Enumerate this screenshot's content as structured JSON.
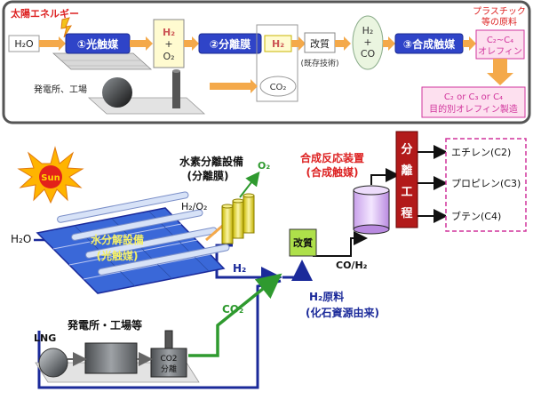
{
  "colors": {
    "blue_box": "#2f44c8",
    "orange_arrow": "#f4a94a",
    "green_box": "#aee04a",
    "dark_red": "#b21a1a",
    "magenta": "#d1349c",
    "flow_blue": "#1b2a9a",
    "flow_green": "#2f9a2f",
    "yellow": "#f4ef66",
    "solar_blue": "#3a68d8"
  },
  "top": {
    "solar_label": "太陽エネルギー",
    "h2o": "H₂O",
    "photocatalyst": "①光触媒",
    "h2": "H₂",
    "plus": "+",
    "o2": "O₂",
    "separation_membrane": "②分離膜",
    "h2_out": "H₂",
    "reforming": "改質",
    "existing_tech": "(既存技術)",
    "h2_mix": "H₂",
    "plus2": "+",
    "co": "CO",
    "synthesis_catalyst": "③合成触媒",
    "plastic_raw_1": "プラスチック",
    "plastic_raw_2": "等の原料",
    "c2c4": "C₂~C₄",
    "olefin": "オレフィン",
    "power_plant": "発電所、工場",
    "co2": "CO₂",
    "purpose_1": "C₂ or C₃ or C₄",
    "purpose_2": "目的別オレフィン製造"
  },
  "bottom": {
    "h2_separation_1": "水素分離設備",
    "h2_separation_2": "(分離膜)",
    "o2": "O₂",
    "h2_o2": "H₂/O₂",
    "sun": "Sun",
    "h2o": "H₂O",
    "water_split_1": "水分解設備",
    "water_split_2": "(光触媒)",
    "h2": "H₂",
    "reforming": "改質",
    "synth_1": "合成反応装置",
    "synth_2": "(合成触媒)",
    "co_h2": "CO/H₂",
    "separation_process": [
      "分",
      "離",
      "工",
      "程"
    ],
    "products": [
      "エチレン(C2)",
      "プロピレン(C3)",
      "ブテン(C4)"
    ],
    "h2_raw_1": "H₂原料",
    "h2_raw_2": "(化石資源由来)",
    "co2": "CO₂",
    "plant": "発電所・工場等",
    "lng": "LNG",
    "co2_sep_1": "CO2",
    "co2_sep_2": "分離"
  }
}
